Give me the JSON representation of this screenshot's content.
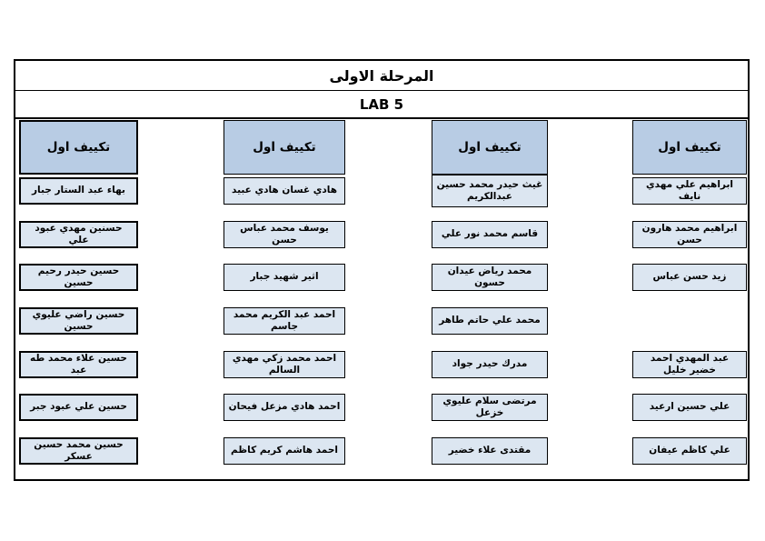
{
  "title": "المرحلة الاولى",
  "lab": "LAB 5",
  "group_header": "تكييف اول",
  "colors": {
    "header_fill": "#b8cce4",
    "name_fill": "#dce6f1",
    "border": "#000000"
  },
  "columns": [
    {
      "header": "تكييف اول",
      "names": [
        "بهاء عبد الستار جبار",
        "حسنين مهدي عبود علي",
        "حسين حيدر رحيم حسين",
        "حسين راضي عليوي حسين",
        "حسين علاء محمد طه عبد",
        "حسين علي عبود جبر",
        "حسين محمد حسين عسكر"
      ]
    },
    {
      "header": "تكييف اول",
      "names": [
        "هادي غسان هادي عبيد",
        "يوسف محمد عباس حسن",
        "اثير شهيد جبار",
        "احمد عبد الكريم محمد جاسم",
        "احمد محمد زكي مهدي السالم",
        "احمد هادي مزعل فيحان",
        "احمد هاشم كريم كاظم"
      ]
    },
    {
      "header": "تكييف اول",
      "names": [
        "غيث حيدر محمد حسين عبدالكريم",
        "قاسم محمد نور علي",
        "محمد رياض عيدان حسون",
        "محمد علي حاتم طاهر",
        "مدرك حيدر جواد",
        "مرتضى سلام عليوي خزعل",
        "مقتدى علاء خضير"
      ]
    },
    {
      "header": "تكييف اول",
      "names": [
        "ابراهيم علي مهدي نايف",
        "ابراهيم محمد هارون حسن",
        "زيد حسن عباس",
        "عبد المهدي احمد خضير خليل",
        "علي حسين ارعيد",
        "علي كاظم عيفان"
      ]
    }
  ]
}
